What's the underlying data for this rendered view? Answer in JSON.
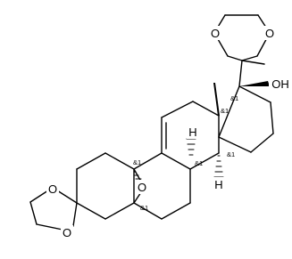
{
  "molecule": {
    "atom_labels": {
      "o_dioxolane_top_1": "O",
      "o_dioxolane_top_2": "O",
      "oh_c17": "OH",
      "h_c8": "H",
      "h_c14": "H",
      "o_epoxide": "O",
      "o_dioxolane_bottom_1": "O",
      "o_dioxolane_bottom_2": "O"
    },
    "stereo_labels": {
      "c17": "&1",
      "c13": "&1",
      "c8": "&1",
      "c14": "&1",
      "c9": "&1",
      "c5": "&1"
    }
  }
}
